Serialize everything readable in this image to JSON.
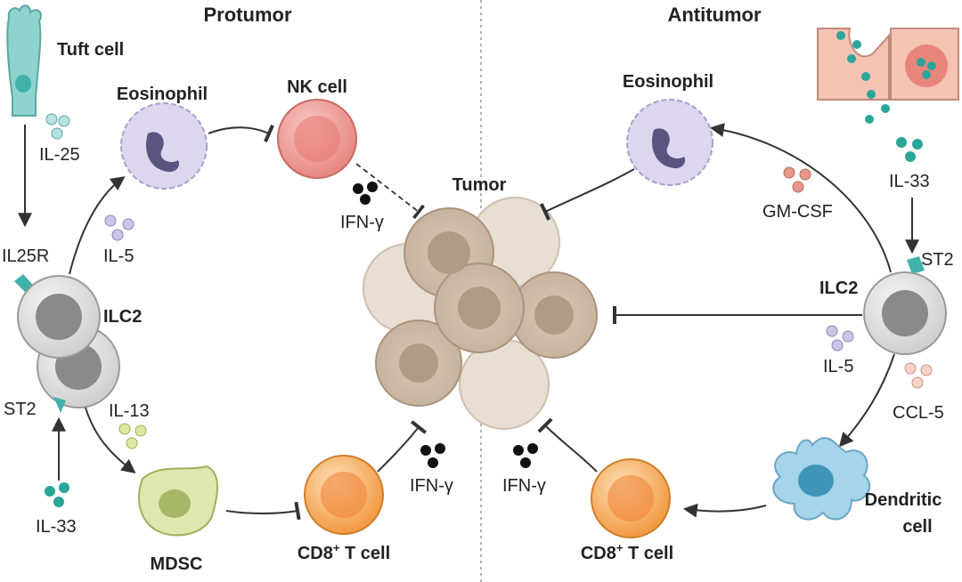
{
  "headings": {
    "left": "Protumor",
    "right": "Antitumor",
    "center": "Tumor"
  },
  "left_panel": {
    "tuft_cell": "Tuft cell",
    "il25": "IL-25",
    "il25r": "IL25R",
    "eosinophil": "Eosinophil",
    "il5": "IL-5",
    "nk_cell": "NK cell",
    "ifn_top": "IFN-γ",
    "ilc2": "ILC2",
    "st2": "ST2",
    "il13": "IL-13",
    "il33": "IL-33",
    "mdsc": "MDSC",
    "cd8": "CD8",
    "cd8_sup": "+",
    "cd8_suffix": " T cell",
    "ifn_bottom": "IFN-γ"
  },
  "right_panel": {
    "eosinophil": "Eosinophil",
    "il33": "IL-33",
    "st2": "ST2",
    "gmcsf": "GM-CSF",
    "ilc2": "ILC2",
    "il5": "IL-5",
    "ccl5": "CCL-5",
    "dendritic": "Dendritic",
    "cell": "cell",
    "cd8": "CD8",
    "cd8_sup": "+",
    "cd8_suffix": " T cell",
    "ifn": "IFN-γ"
  },
  "colors": {
    "tuft": "#8fd3cf",
    "eos_body": "#dcd6ee",
    "eos_nucleus": "#5a557e",
    "nk": "#e88783",
    "ilc2": "#d9d9d9",
    "st2": "#3fb3a9",
    "mdsc": "#dfe7b0",
    "tcell": "#f7a555",
    "dendritic": "#a6d4ea",
    "tumor": "#cfbca7",
    "il33_dots": "#2aa698",
    "gmcsf_dots": "#e7978a"
  }
}
